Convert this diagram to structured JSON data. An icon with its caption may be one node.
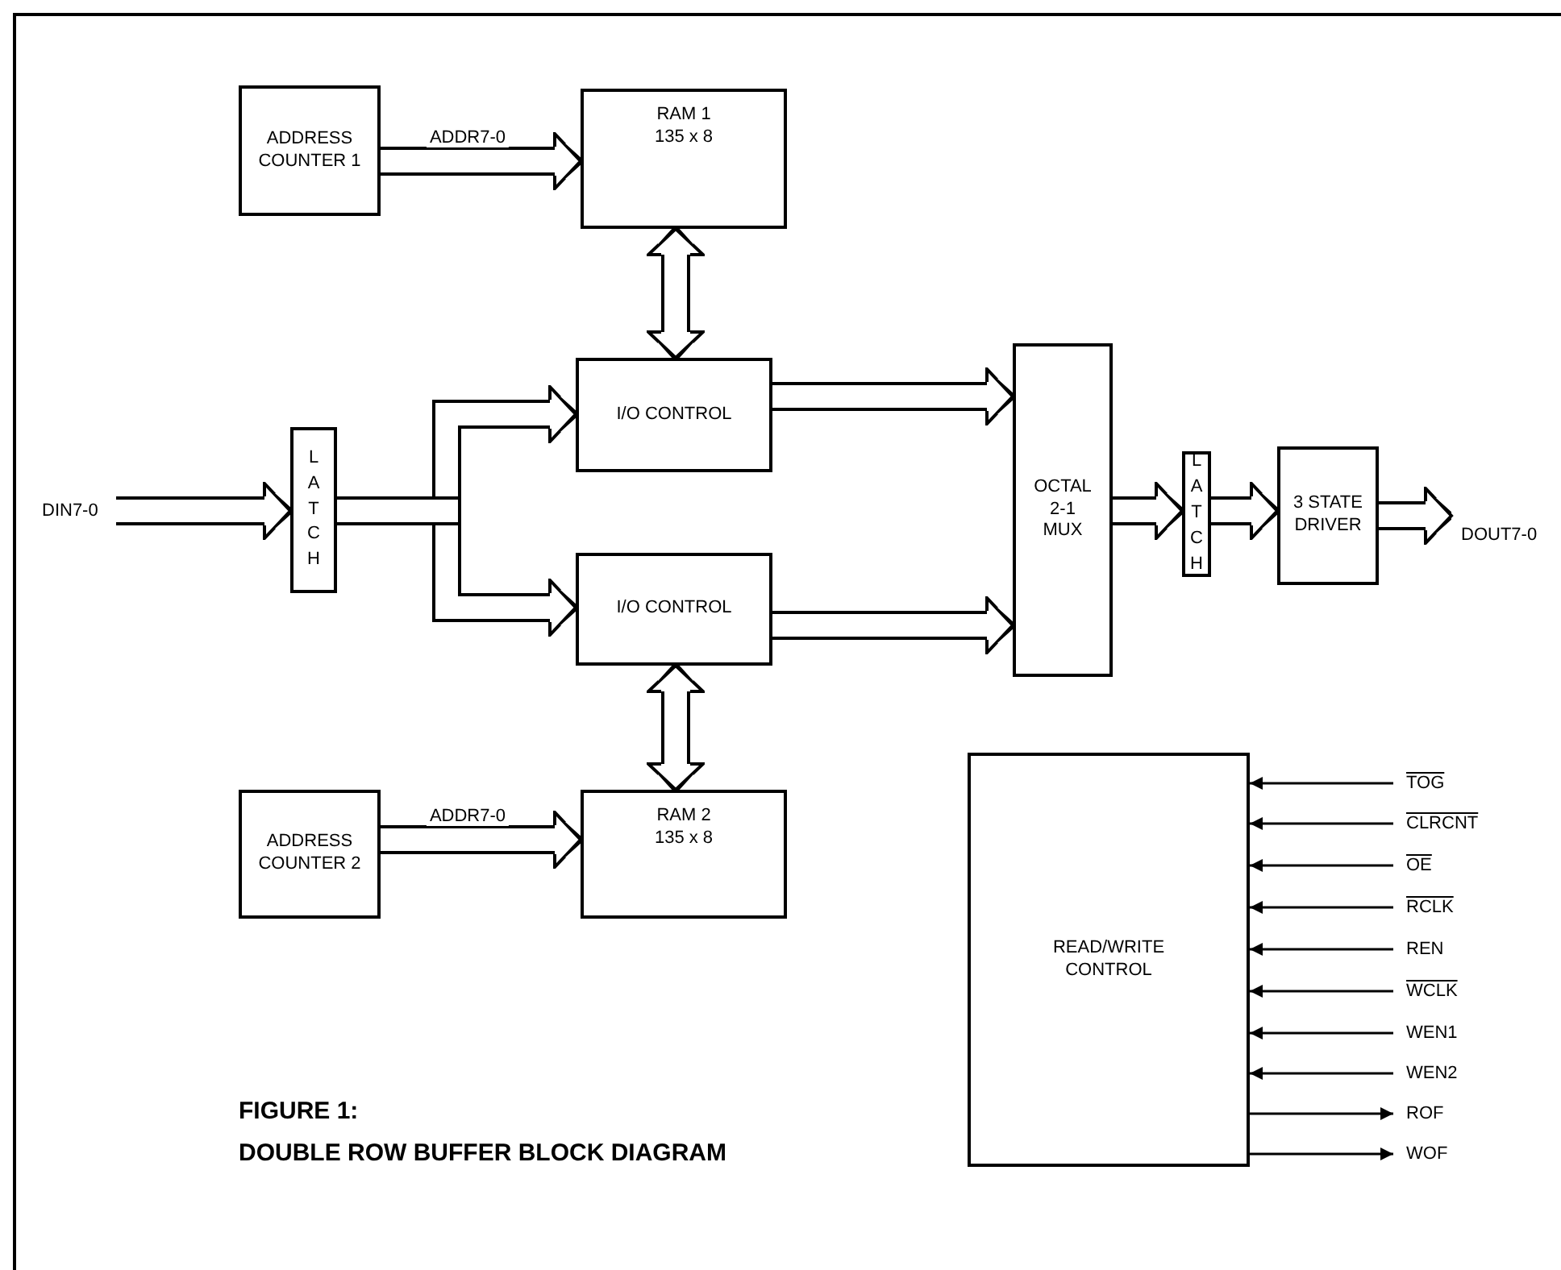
{
  "diagram": {
    "title": "FIGURE 1:",
    "caption": "DOUBLE ROW BUFFER BLOCK DIAGRAM",
    "nodes": [
      {
        "text": [
          "ADDRESS COUNTER 1"
        ]
      },
      {
        "text": [
          "RAM 1",
          "135 x 8"
        ]
      },
      {
        "text": [
          "I/O CONTROL"
        ]
      },
      {
        "text": [
          "DIN7-0"
        ]
      },
      {
        "text": [
          "LATCH"
        ]
      },
      {
        "text": [
          "I/O CONTROL"
        ]
      },
      {
        "text": [
          "OCTAL 2-1 MUX"
        ]
      },
      {
        "text": [
          "LATCH"
        ]
      },
      {
        "text": [
          "3 STATE DRIVER"
        ]
      },
      {
        "text": [
          "DOUT7-0"
        ]
      },
      {
        "text": [
          "ADDRESS COUNTER 2"
        ]
      },
      {
        "text": [
          "RAM 2",
          "135 x 8"
        ]
      },
      {
        "text": [
          "READ/WRITE CONTROL"
        ]
      },
      {
        "text": [
          "TOG"
        ]
      },
      {
        "text": [
          "CLRCNT"
        ]
      },
      {
        "text": [
          "OE"
        ]
      },
      {
        "text": [
          "RCLK"
        ]
      },
      {
        "text": [
          "REN"
        ]
      },
      {
        "text": [
          "WCLK"
        ]
      },
      {
        "text": [
          "WEN1"
        ]
      },
      {
        "text": [
          "WEN2"
        ]
      },
      {
        "text": [
          "ROF"
        ]
      },
      {
        "text": [
          "WOF"
        ]
      }
    ],
    "edges": [
      {
        "from": 0,
        "to": 1,
        "arrow": "to",
        "label": "ADDR7-0"
      },
      {
        "from": 1,
        "to": 2,
        "arrow": "both"
      },
      {
        "from": 2,
        "to": 6,
        "arrow": "to"
      },
      {
        "from": 3,
        "to": 4,
        "arrow": "to"
      },
      {
        "from": 4,
        "to": 2,
        "arrow": "to"
      },
      {
        "from": 4,
        "to": 5,
        "arrow": "to"
      },
      {
        "from": 5,
        "to": 6,
        "arrow": "to"
      },
      {
        "from": 5,
        "to": 11,
        "arrow": "both"
      },
      {
        "from": 10,
        "to": 11,
        "arrow": "to",
        "label": "ADDR7-0"
      },
      {
        "from": 6,
        "to": 7,
        "arrow": "to"
      },
      {
        "from": 7,
        "to": 8,
        "arrow": "to"
      },
      {
        "from": 8,
        "to": 9,
        "arrow": "to"
      },
      {
        "from": 13,
        "to": 12,
        "arrow": "to"
      },
      {
        "from": 14,
        "to": 12,
        "arrow": "to"
      },
      {
        "from": 15,
        "to": 12,
        "arrow": "to"
      },
      {
        "from": 16,
        "to": 12,
        "arrow": "to"
      },
      {
        "from": 17,
        "to": 12,
        "arrow": "to"
      },
      {
        "from": 18,
        "to": 12,
        "arrow": "to"
      },
      {
        "from": 19,
        "to": 12,
        "arrow": "to"
      },
      {
        "from": 20,
        "to": 12,
        "arrow": "to"
      },
      {
        "from": 12,
        "to": 21,
        "arrow": "to"
      },
      {
        "from": 12,
        "to": 22,
        "arrow": "to"
      }
    ]
  }
}
